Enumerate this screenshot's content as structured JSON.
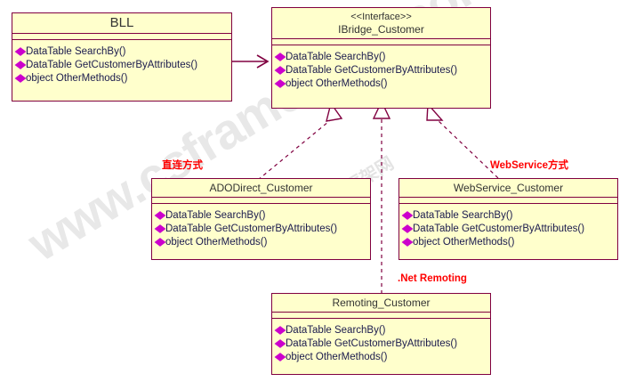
{
  "diagram": {
    "title": "Bridge pattern UML class diagram",
    "colors": {
      "box_fill": "#FFFFCC",
      "box_border": "#800040",
      "member_text": "#1A1A4D",
      "bullet": "#CC00CC",
      "note_text": "#FF0000",
      "connector": "#800040",
      "background": "#FFFFFF",
      "watermark": "#E8E8E8"
    },
    "watermark": {
      "main": "www.csframework.com",
      "sub": "C/S架构框架网"
    },
    "members": {
      "search_by": "DataTable SearchBy()",
      "get_customer_by_attributes": "DataTable GetCustomerByAttributes()",
      "other_methods": "object OtherMethods()"
    },
    "classes": [
      {
        "id": "bll",
        "stereotype": "",
        "name": "BLL",
        "methods": [
          "DataTable SearchBy()",
          "DataTable GetCustomerByAttributes()",
          "object OtherMethods()"
        ]
      },
      {
        "id": "ibridge",
        "stereotype": "<<Interface>>",
        "name": "IBridge_Customer",
        "methods": [
          "DataTable SearchBy()",
          "DataTable GetCustomerByAttributes()",
          "object OtherMethods()"
        ]
      },
      {
        "id": "adodirect",
        "stereotype": "",
        "name": "ADODirect_Customer",
        "methods": [
          "DataTable SearchBy()",
          "DataTable GetCustomerByAttributes()",
          "object OtherMethods()"
        ]
      },
      {
        "id": "webservice",
        "stereotype": "",
        "name": "WebService_Customer",
        "methods": [
          "DataTable SearchBy()",
          "DataTable GetCustomerByAttributes()",
          "object OtherMethods()"
        ]
      },
      {
        "id": "remoting",
        "stereotype": "",
        "name": "Remoting_Customer",
        "methods": [
          "DataTable SearchBy()",
          "DataTable GetCustomerByAttributes()",
          "object OtherMethods()"
        ]
      }
    ],
    "notes": [
      {
        "id": "note-adodirect",
        "label": "直连方式"
      },
      {
        "id": "note-webservice",
        "label": "WebService方式"
      },
      {
        "id": "note-remoting",
        "label": ".Net Remoting"
      }
    ],
    "connectors": [
      {
        "id": "bll-to-ibridge",
        "kind": "association",
        "from": "BLL",
        "to": "IBridge_Customer"
      },
      {
        "id": "adodirect-to-ibridge",
        "kind": "realization",
        "from": "ADODirect_Customer",
        "to": "IBridge_Customer"
      },
      {
        "id": "remoting-to-ibridge",
        "kind": "realization",
        "from": "Remoting_Customer",
        "to": "IBridge_Customer"
      },
      {
        "id": "webservice-to-ibridge",
        "kind": "realization",
        "from": "WebService_Customer",
        "to": "IBridge_Customer"
      }
    ]
  }
}
